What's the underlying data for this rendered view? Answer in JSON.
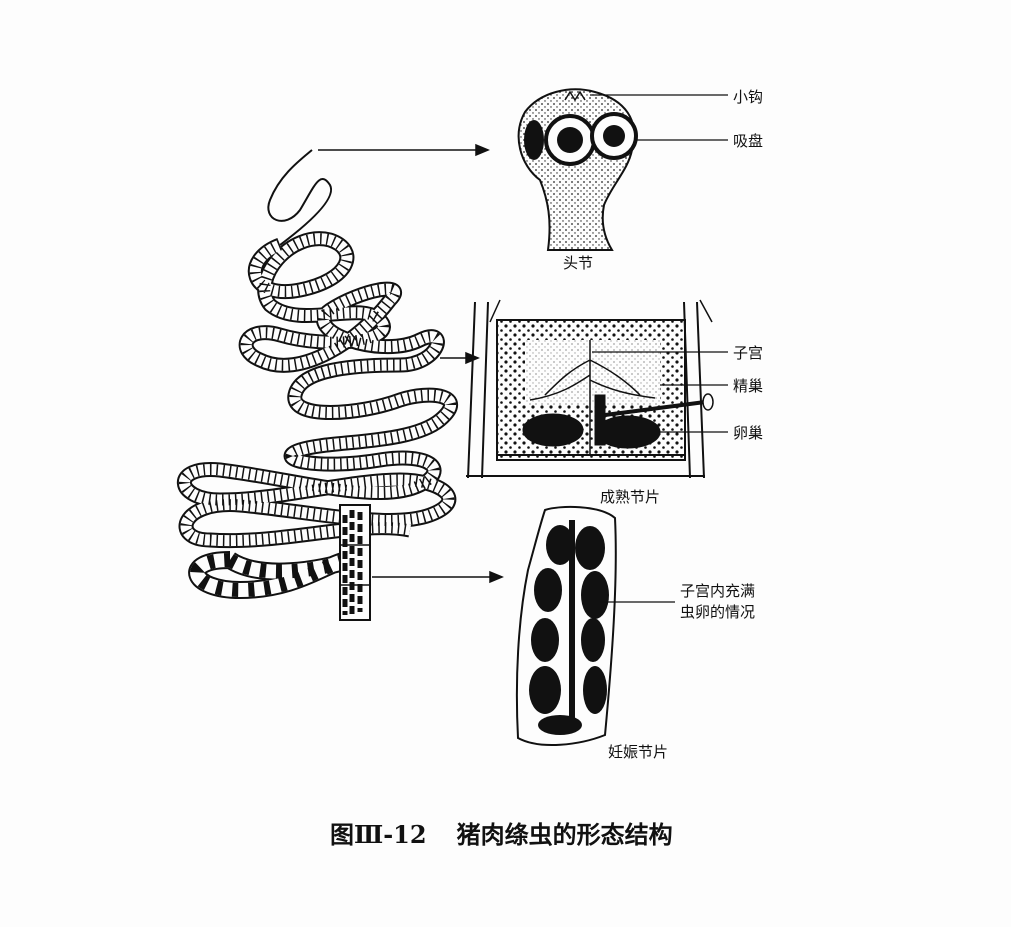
{
  "figure": {
    "caption_number": "图Ⅲ-12",
    "caption_title": "猪肉绦虫的形态结构"
  },
  "scolex": {
    "title": "头节",
    "labels": [
      "小钩",
      "吸盘"
    ]
  },
  "mature_proglottid": {
    "title": "成熟节片",
    "labels": [
      "子宫",
      "精巢",
      "卵巢"
    ]
  },
  "gravid_proglottid": {
    "title": "妊娠节片",
    "label_line1": "子宫内充满",
    "label_line2": "虫卵的情况"
  },
  "colors": {
    "ink": "#111111",
    "paper": "#fdfdfd"
  }
}
